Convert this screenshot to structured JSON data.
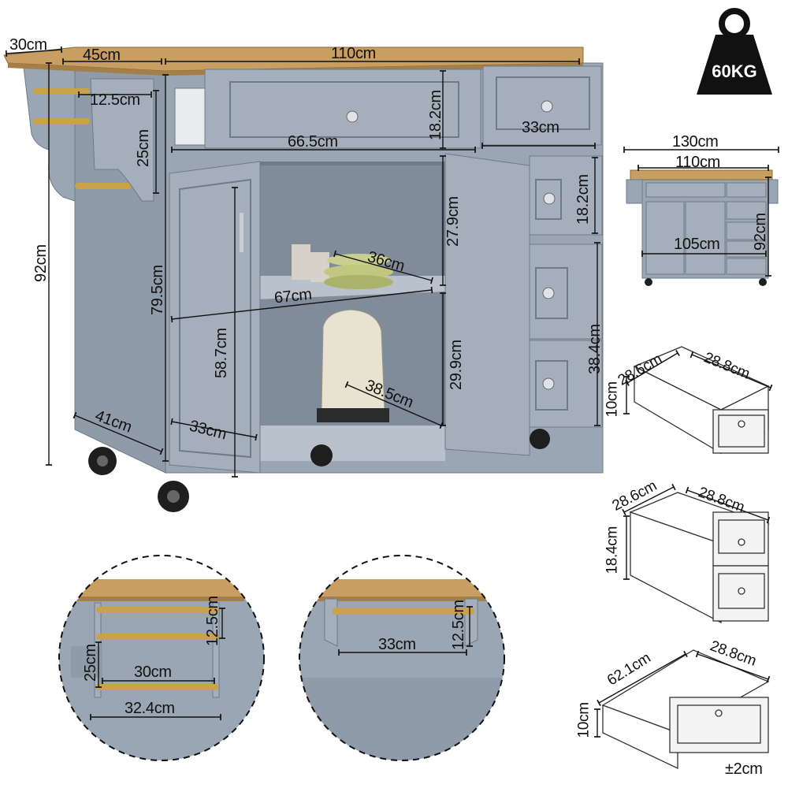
{
  "colors": {
    "cabinet": "#9aa6b3",
    "cabinet_dark": "#7f8b98",
    "cabinet_light": "#b6c0cb",
    "wood": "#c89e63",
    "gold": "#c9a24a",
    "line": "#111111",
    "badge": "#111111"
  },
  "weight": {
    "label": "60KG"
  },
  "main": {
    "depth_top": "30cm",
    "depth_body": "45cm",
    "width_top": "110cm",
    "height_total": "92cm",
    "rack_gap": "12.5cm",
    "rack_height": "25cm",
    "top_drawer_width": "66.5cm",
    "top_drawer_height": "18.2cm",
    "small_drawer_width": "33cm",
    "side_drawer_height": "18.2cm",
    "upper_section": "27.9cm",
    "cabinet_height": "79.5cm",
    "shelf_depth": "36cm",
    "shelf_width": "67cm",
    "door_height": "58.7cm",
    "lower_section": "29.9cm",
    "tall_drawer": "38.4cm",
    "inner_depth": "38.5cm",
    "side_depth": "41cm",
    "door_width": "33cm"
  },
  "front_view": {
    "total_width": "130cm",
    "top_width": "110cm",
    "height": "92cm",
    "body_width": "105cm"
  },
  "drawers": [
    {
      "depth": "28.6cm",
      "width": "28.8cm",
      "height": "10cm"
    },
    {
      "depth": "28.6cm",
      "width": "28.8cm",
      "height": "18.4cm"
    },
    {
      "depth": "62.1cm",
      "width": "28.8cm",
      "height": "10cm"
    }
  ],
  "detail_left": {
    "gap": "12.5cm",
    "height": "25cm",
    "inner": "30cm",
    "outer": "32.4cm"
  },
  "detail_right": {
    "gap": "12.5cm",
    "width": "33cm"
  },
  "tolerance": "±2cm"
}
